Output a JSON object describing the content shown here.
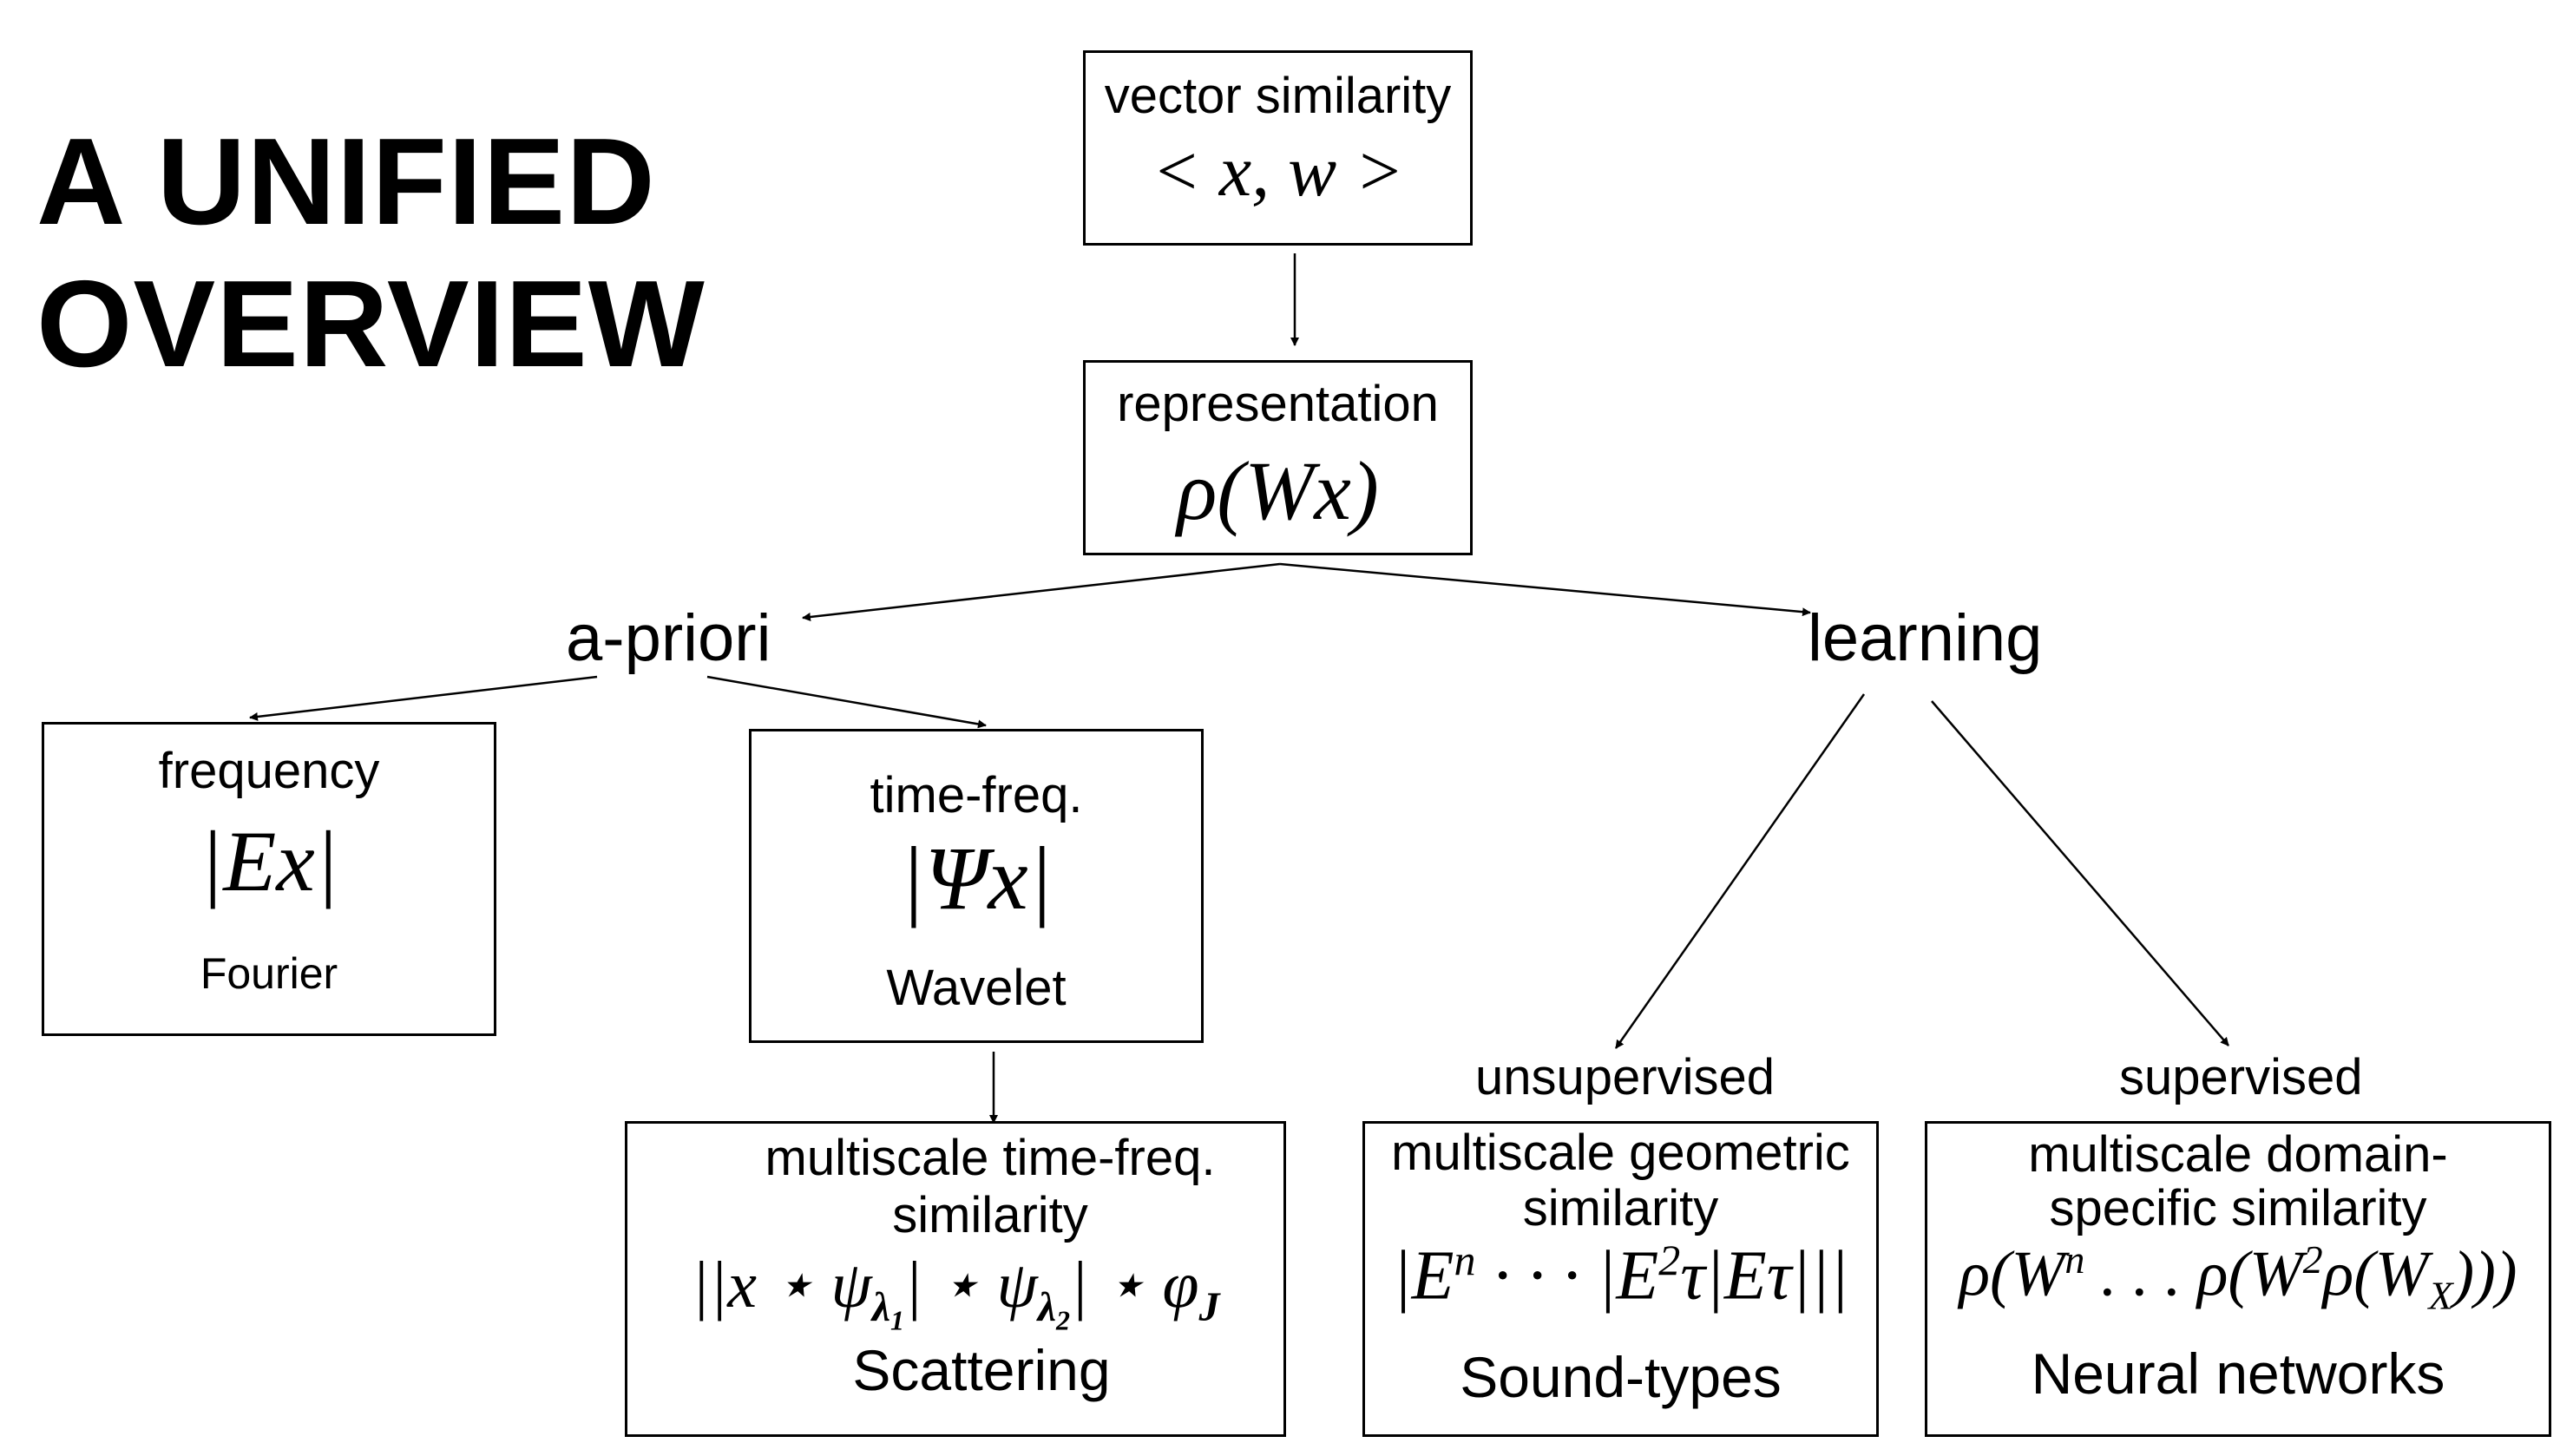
{
  "title": {
    "line1": "A UNIFIED",
    "line2": "OVERVIEW"
  },
  "nodes": {
    "vector_similarity": {
      "label": "vector similarity",
      "formula": "< x, w >"
    },
    "representation": {
      "label": "representation",
      "formula": "ρ(Wx)"
    },
    "a_priori": "a-priori",
    "learning": "learning",
    "frequency": {
      "label": "frequency",
      "formula": "|Ex|",
      "caption": "Fourier"
    },
    "time_freq": {
      "label": "time-freq.",
      "formula": "|Ψx|",
      "caption": "Wavelet"
    },
    "unsupervised": "unsupervised",
    "supervised": "supervised",
    "scattering": {
      "label_line1": "multiscale time-freq.",
      "label_line2": "similarity",
      "caption": "Scattering"
    },
    "sound_types": {
      "label_line1": "multiscale geometric",
      "label_line2": "similarity",
      "caption": "Sound-types"
    },
    "neural_networks": {
      "label_line1": "multiscale domain-",
      "label_line2": "specific similarity",
      "caption": "Neural networks"
    }
  }
}
